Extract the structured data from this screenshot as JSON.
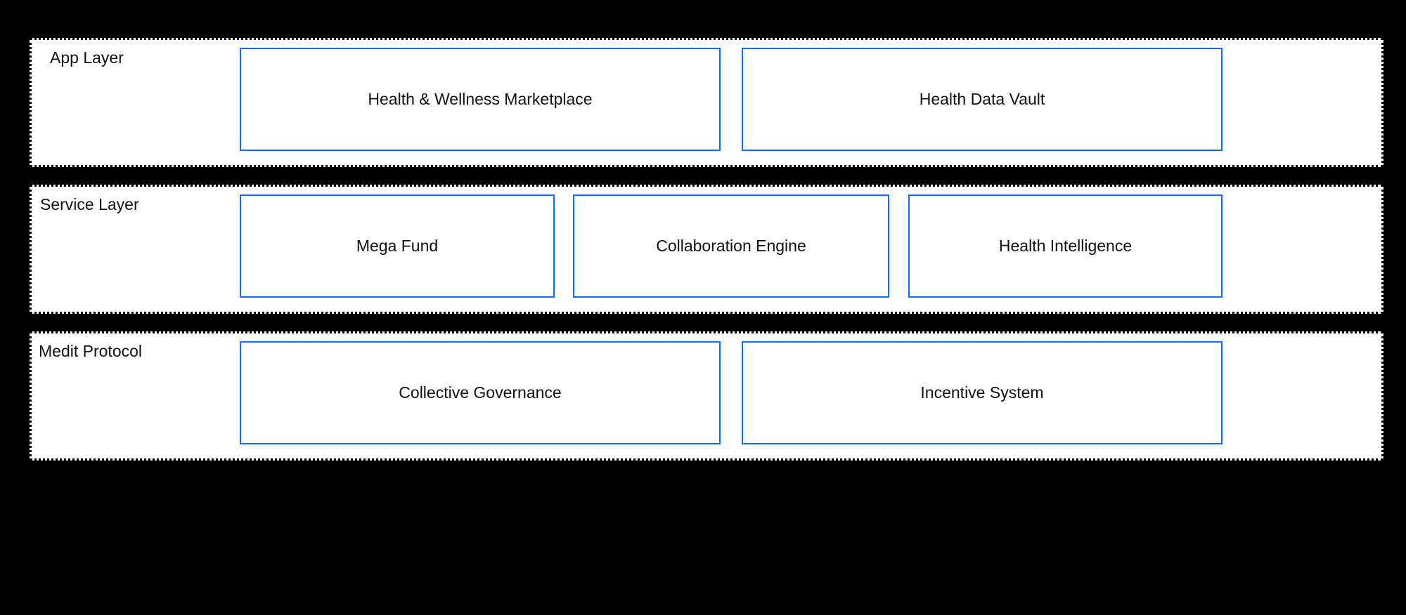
{
  "diagram": {
    "background_color": "#000000",
    "panel_background": "#ffffff",
    "panel_border_color": "#000000",
    "node_border_color": "#0d6efd",
    "text_color": "#111111",
    "layers": [
      {
        "label": "App Layer",
        "nodes": [
          {
            "label": "Health & Wellness Marketplace"
          },
          {
            "label": "Health Data Vault"
          }
        ]
      },
      {
        "label": "Service Layer",
        "nodes": [
          {
            "label": "Mega Fund"
          },
          {
            "label": "Collaboration Engine"
          },
          {
            "label": "Health Intelligence"
          }
        ]
      },
      {
        "label": "Medit Protocol",
        "nodes": [
          {
            "label": "Collective Governance"
          },
          {
            "label": "Incentive System"
          }
        ]
      }
    ]
  }
}
